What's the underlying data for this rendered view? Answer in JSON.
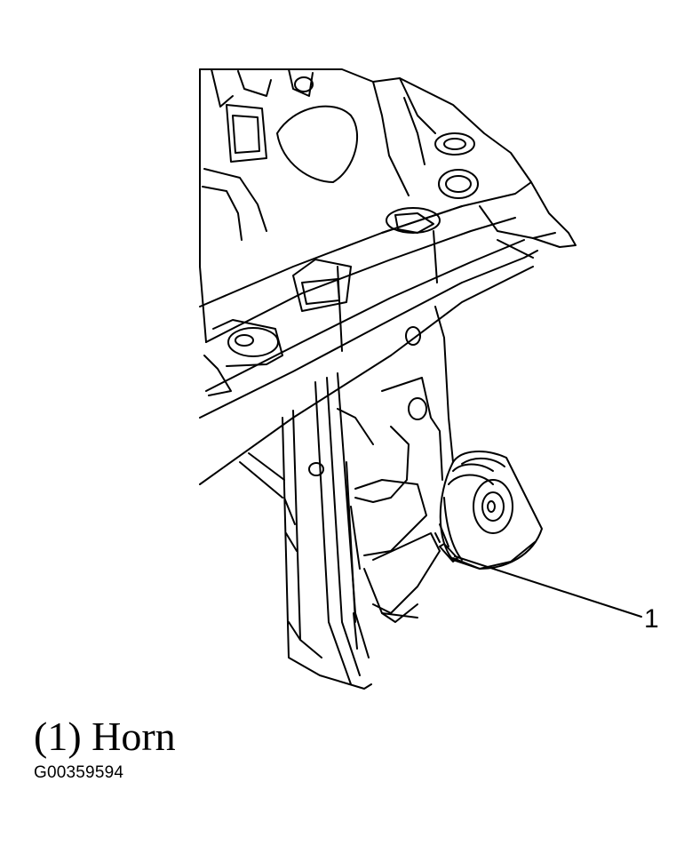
{
  "diagram": {
    "callout": "1",
    "caption": "(1) Horn",
    "figure_code": "G00359594",
    "parts": [
      {
        "id": "1",
        "name": "Horn"
      }
    ],
    "colors": {
      "line": "#000000",
      "background": "#ffffff"
    }
  }
}
